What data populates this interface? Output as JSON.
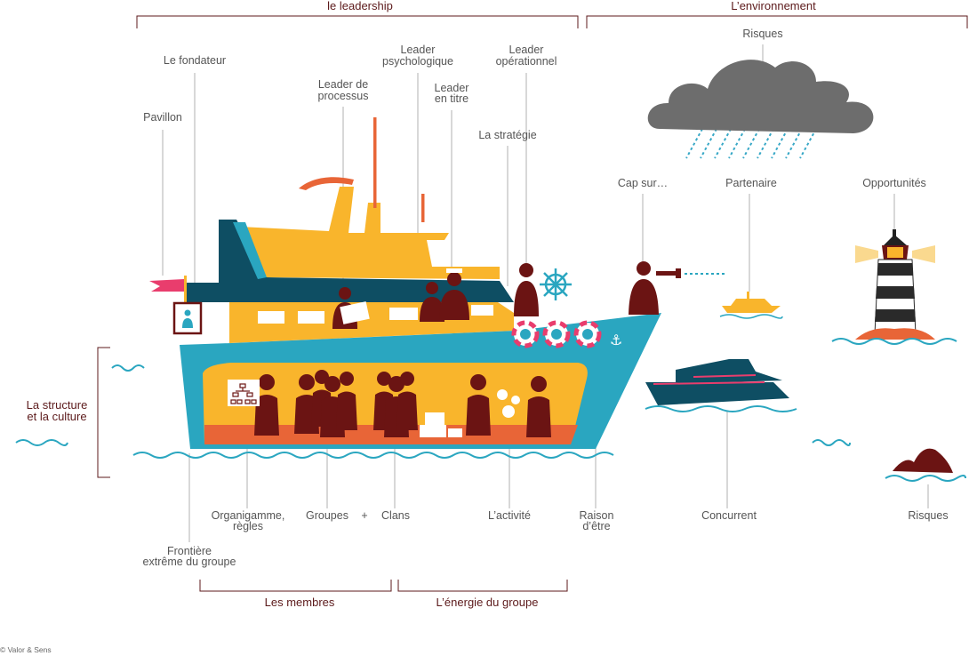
{
  "brackets": {
    "leadership": "le leadership",
    "environment": "L’environnement",
    "structure_line1": "La structure",
    "structure_line2": "et la culture",
    "members": "Les membres",
    "energy": "L’énergie du groupe"
  },
  "labels": {
    "pavillon": "Pavillon",
    "fondateur": "Le fondateur",
    "leader_processus_1": "Leader de",
    "leader_processus_2": "processus",
    "leader_psy_1": "Leader",
    "leader_psy_2": "psychologique",
    "leader_titre_1": "Leader",
    "leader_titre_2": "en titre",
    "leader_op_1": "Leader",
    "leader_op_2": "opérationnel",
    "strategie": "La stratégie",
    "cap": "Cap sur…",
    "partenaire": "Partenaire",
    "opportunites": "Opportunités",
    "risques_top": "Risques",
    "organigramme_1": "Organigamme,",
    "organigramme_2": "règles",
    "groupes": "Groupes",
    "plus": "+",
    "clans": "Clans",
    "activite": "L’activité",
    "raison_1": "Raison",
    "raison_2": "d’être",
    "concurrent": "Concurrent",
    "risques_bottom": "Risques",
    "frontiere_1": "Frontière",
    "frontiere_2": "extrême du groupe"
  },
  "copyright": "© Valor & Sens",
  "colors": {
    "bracket": "#5c1a1b",
    "text": "#555555",
    "leader_line": "#bbbbbb",
    "yellow": "#f9b52c",
    "teal": "#2aa6c0",
    "dark_teal": "#0e4e63",
    "maroon": "#6b1413",
    "orange": "#e86537",
    "cloud": "#6d6d6d",
    "rain": "#38a8c7",
    "pink": "#e93d6d"
  }
}
